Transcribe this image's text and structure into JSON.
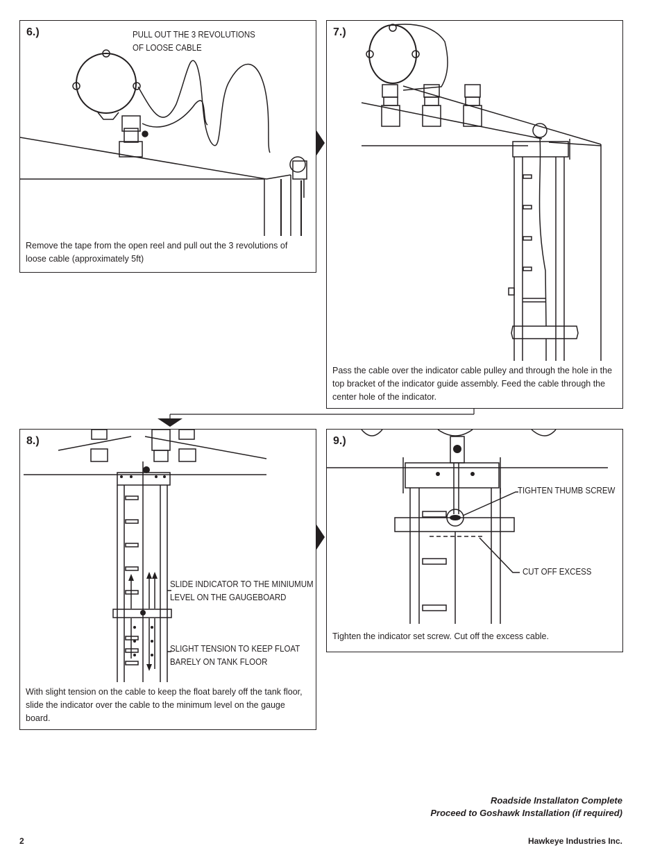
{
  "steps": [
    {
      "number": "6.)",
      "callouts": [
        "PULL OUT THE 3 REVOLUTIONS",
        "OF LOOSE CABLE"
      ],
      "caption_lines": [
        "Remove the tape from the open reel and pull out the 3 revolutions of",
        "loose cable (approximately 5ft)"
      ]
    },
    {
      "number": "7.)",
      "callouts": [],
      "caption_lines": [
        "Pass the cable over the indicator cable pulley and through the hole in the",
        "top bracket of the indicator guide assembly. Feed the cable through the",
        "center hole of the indicator."
      ]
    },
    {
      "number": "8.)",
      "callouts": [
        "SLIDE INDICATOR TO THE MINIUMUM",
        "LEVEL ON THE GAUGEBOARD",
        "SLIGHT TENSION TO KEEP FLOAT",
        "BARELY ON TANK FLOOR"
      ],
      "caption_lines": [
        "With slight tension on the cable to keep the float barely off the tank floor,",
        "slide the indicator over the cable to the minimum level on the gauge",
        "board."
      ]
    },
    {
      "number": "9.)",
      "callouts": [
        "TIGHTEN THUMB SCREW",
        "CUT OFF EXCESS"
      ],
      "caption_lines": [
        "Tighten the indicator set screw. Cut off the excess cable."
      ]
    }
  ],
  "footer": {
    "line1": "Roadside Installaton Complete",
    "line2": "Proceed to Goshawk Installation (if required)",
    "page_number": "2",
    "company": "Hawkeye Industries Inc."
  }
}
